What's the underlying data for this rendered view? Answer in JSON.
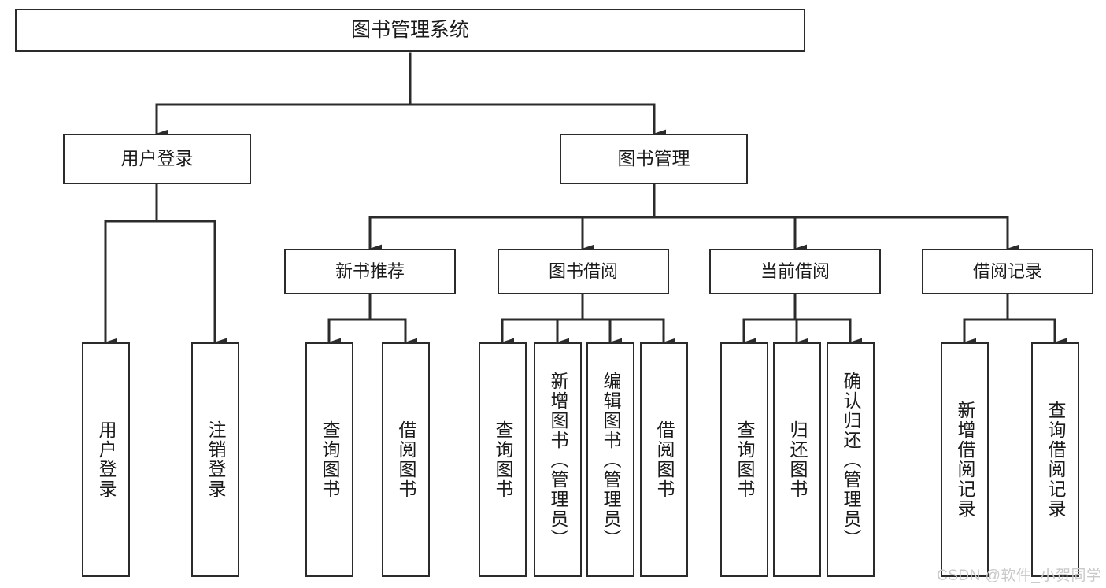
{
  "diagram": {
    "type": "tree",
    "title": "图书管理系统",
    "watermark": "CSDN @软件_小贺同学",
    "colors": {
      "box_border": "#2b2b2b",
      "box_fill": "#ffffff",
      "connector": "#2b2b2b",
      "text": "#1a1a1a",
      "watermark": "#c9c9c9",
      "background": "#ffffff"
    },
    "root": {
      "id": "root",
      "label": "图书管理系统"
    },
    "level2": [
      {
        "id": "user-login",
        "label": "用户登录"
      },
      {
        "id": "book-manage",
        "label": "图书管理"
      }
    ],
    "level3": [
      {
        "id": "new-book-rec",
        "label": "新书推荐"
      },
      {
        "id": "book-borrow",
        "label": "图书借阅"
      },
      {
        "id": "current-borrow",
        "label": "当前借阅"
      },
      {
        "id": "borrow-record",
        "label": "借阅记录"
      }
    ],
    "leaves": [
      {
        "id": "leaf-user-login",
        "label": "用户登录",
        "parent": "user-login"
      },
      {
        "id": "leaf-user-logout",
        "label": "注销登录",
        "parent": "user-login"
      },
      {
        "id": "leaf-query-book-1",
        "label": "查询图书",
        "parent": "new-book-rec"
      },
      {
        "id": "leaf-borrow-book-1",
        "label": "借阅图书",
        "parent": "new-book-rec"
      },
      {
        "id": "leaf-query-book-2",
        "label": "查询图书",
        "parent": "book-borrow"
      },
      {
        "id": "leaf-add-book",
        "label": "新增图书（管理员）",
        "parent": "book-borrow"
      },
      {
        "id": "leaf-edit-book",
        "label": "编辑图书（管理员）",
        "parent": "book-borrow"
      },
      {
        "id": "leaf-borrow-book-2",
        "label": "借阅图书",
        "parent": "book-borrow"
      },
      {
        "id": "leaf-query-book-3",
        "label": "查询图书",
        "parent": "current-borrow"
      },
      {
        "id": "leaf-return-book",
        "label": "归还图书",
        "parent": "current-borrow"
      },
      {
        "id": "leaf-confirm-return",
        "label": "确认归还（管理员）",
        "parent": "current-borrow"
      },
      {
        "id": "leaf-add-record",
        "label": "新增借阅记录",
        "parent": "borrow-record"
      },
      {
        "id": "leaf-query-record",
        "label": "查询借阅记录",
        "parent": "borrow-record"
      }
    ]
  }
}
